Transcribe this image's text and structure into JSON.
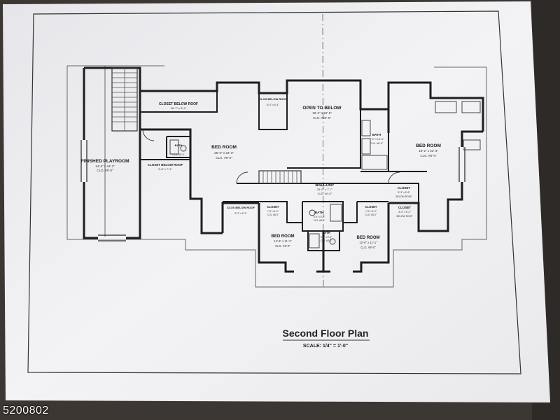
{
  "plan": {
    "title": "Second Floor Plan",
    "scale": "SCALE: 1/4\" = 1'-0\""
  },
  "rooms": {
    "finished_playroom": {
      "name": "FINISHED PLAYROOM",
      "dims": "14'-6\" x 44'-2\"",
      "clg": "CLG. #8'-0\""
    },
    "closet_below_roof_top": {
      "name": "CLOSET BELOW ROOF",
      "dims": "26'-7\" x 5'-4\""
    },
    "closet_below_roof_left": {
      "name": "CLOSET BELOW ROOF",
      "dims": "5'-8\" x 7'-4\""
    },
    "clos_below_roof_center": {
      "name": "CLOS BELOW ROOF",
      "dims": "8'-0\" x 5'-4\""
    },
    "bath_left": {
      "name": "BATH",
      "dims": "",
      "clg": "CLG. #8'-0\""
    },
    "bed_room_left": {
      "name": "BED ROOM",
      "dims": "25'-5\" x 22'-3\"",
      "clg": "CLG. #8'-0\""
    },
    "open_to_below": {
      "name": "OPEN TO BELOW",
      "dims": "18'-2\" x 22'-6\"",
      "clg": "CLG. #20'-0\""
    },
    "bath_right": {
      "name": "BATH",
      "dims": "7'-0\" x 14'-4\"",
      "clg": "CLG. #8'-0\""
    },
    "bed_room_right": {
      "name": "BED ROOM",
      "dims": "18'-2\" x 22'-3\"",
      "clg": "CLG. #8'-0\""
    },
    "balcony": {
      "name": "BALCONY",
      "dims": "25'-6\" x 7'-7\"",
      "clg": "CLG. #9'-0\""
    },
    "closet_right_a": {
      "name": "CLOSET",
      "dims": "8'-3\" x 5'-6\"",
      "note": "BELOW ROOF"
    },
    "closet_right_b": {
      "name": "CLOSET",
      "dims": "8'-3\" x 5'-2\"",
      "note": "BELOW ROOF"
    },
    "clos_below_roof_low": {
      "name": "CLOS BELOW ROOF",
      "dims": "8'-3\" x 5'-3\""
    },
    "closet_mid_left": {
      "name": "CLOSET",
      "dims": "7'-6\" x 4'-0\"",
      "clg": "CLG. #8'-0\""
    },
    "bath_mid": {
      "name": "BATH",
      "dims": "5'-6\" x 8'-6\"",
      "clg": "CLG. #8'-0\""
    },
    "closet_mid_right": {
      "name": "CLOSET",
      "dims": "7'-6\" x 4'-0\"",
      "clg": "CLG. #8'-0\""
    },
    "bath_small": {
      "name": "BATH",
      "dims": "5'-6\" x 8'-6\"",
      "clg": "CLG. #8'-0\""
    },
    "bed_room_bl": {
      "name": "BED ROOM",
      "dims": "12'-6\" x 11'-1\"",
      "clg": "CLG. #8'-0\""
    },
    "bed_room_br": {
      "name": "BED ROOM",
      "dims": "12'-6\" x 11'-1\"",
      "clg": "CLG. #8'-0\""
    }
  },
  "listing": {
    "id": "5200802"
  },
  "colors": {
    "paper": "#f1f1f3",
    "background": "#3a3532",
    "ink": "#1e1e1e"
  }
}
